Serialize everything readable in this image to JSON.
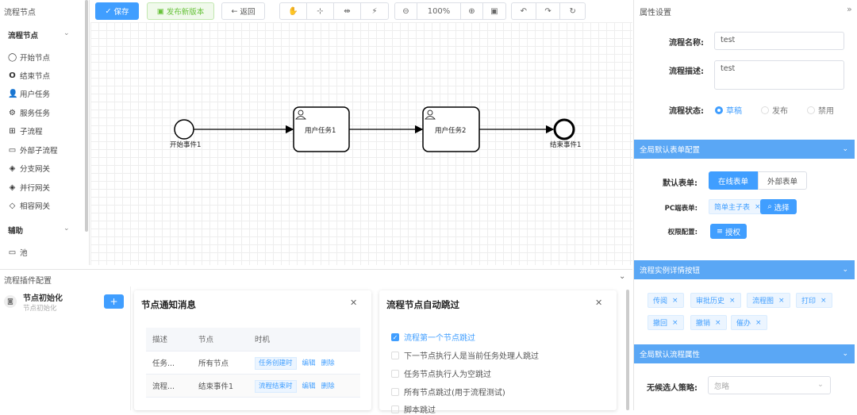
{
  "palette": {
    "title": "流程节点",
    "group1": "流程节点",
    "items": [
      "开始节点",
      "结束节点",
      "用户任务",
      "服务任务",
      "子流程",
      "外部子流程",
      "分支网关",
      "并行网关",
      "相容网关"
    ],
    "group2": "辅助",
    "aux_items": [
      "池"
    ]
  },
  "toolbar": {
    "save": "保存",
    "publish": "发布新版本",
    "back": "返回",
    "zoom": "100%"
  },
  "diagram": {
    "start_label": "开始事件1",
    "task1": "用户任务1",
    "task2": "用户任务2",
    "end_label": "结束事件1"
  },
  "props": {
    "title": "属性设置",
    "name_label": "流程名称:",
    "name_value": "test",
    "desc_label": "流程描述:",
    "desc_value": "test",
    "status_label": "流程状态:",
    "status_options": [
      "草稿",
      "发布",
      "禁用"
    ],
    "status_selected": "草稿",
    "sec_form": "全局默认表单配置",
    "form_label": "默认表单:",
    "form_online": "在线表单",
    "form_external": "外部表单",
    "pc_label": "PC端表单:",
    "pc_tag": "简单主子表",
    "pc_select": "选择",
    "perm_label": "权限配置:",
    "perm_btn": "授权",
    "sec_buttons": "流程实例详情按钮",
    "buttons": [
      "传阅",
      "审批历史",
      "流程图",
      "打印",
      "撤回",
      "撤销",
      "催办"
    ],
    "sec_attrs": "全局默认流程属性",
    "noselect_label": "无候选人策略:",
    "noselect_value": "忽略"
  },
  "bottom": {
    "title": "流程插件配置",
    "plugin_name": "节点初始化",
    "plugin_sub": "节点初始化",
    "add": "+",
    "notify": {
      "title": "节点通知消息",
      "headers": [
        "描述",
        "节点",
        "时机",
        ""
      ],
      "rows": [
        {
          "desc": "任务...",
          "node": "所有节点",
          "time": "任务创建时",
          "edit": "编辑",
          "del": "删除"
        },
        {
          "desc": "流程...",
          "node": "结束事件1",
          "time": "流程结束时",
          "edit": "编辑",
          "del": "删除"
        }
      ]
    },
    "jump": {
      "title": "流程节点自动跳过",
      "options": [
        "流程第一个节点跳过",
        "下一节点执行人是当前任务处理人跳过",
        "任务节点执行人为空跳过",
        "所有节点跳过(用于流程测试)",
        "脚本跳过"
      ],
      "checked": [
        true,
        false,
        false,
        false,
        false
      ]
    }
  },
  "colors": {
    "primary": "#409eff",
    "section": "#5aa7f5"
  }
}
